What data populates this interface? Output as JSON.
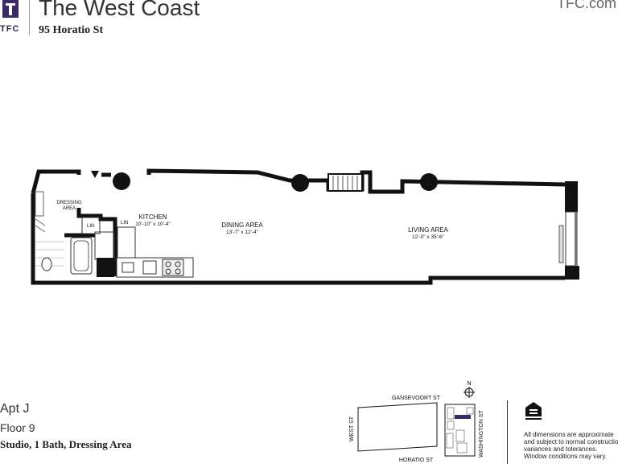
{
  "header": {
    "logo_text": "TFC",
    "title": "The West Coast",
    "address": "95 Horatio St",
    "website": "TFC.com"
  },
  "floorplan": {
    "rooms": [
      {
        "name": "DRESSING",
        "name2": "AREA"
      },
      {
        "name": "LIN"
      },
      {
        "name": "LIN"
      },
      {
        "name": "KITCHEN",
        "dims": "10'-10\" x 10'-4\""
      },
      {
        "name": "DINING AREA",
        "dims": "13'-7\" x 12'-4\""
      },
      {
        "name": "LIVING AREA",
        "dims": "12'-0\" x 35'-6\""
      }
    ]
  },
  "unit": {
    "apt": "Apt J",
    "floor": "Floor 9",
    "description": "Studio, 1 Bath, Dressing Area"
  },
  "keymap": {
    "north": "N",
    "streets": {
      "top": "GANSEVOORT ST",
      "bottom": "HORATIO ST",
      "left": "WEST ST",
      "right": "WASHINGTON ST"
    },
    "highlight_color": "#3a2a66"
  },
  "disclaimer": {
    "lines": [
      "All dimensions are approximate",
      "and subject to normal construction",
      "variances and tolerances.",
      "Window conditions may vary."
    ]
  }
}
